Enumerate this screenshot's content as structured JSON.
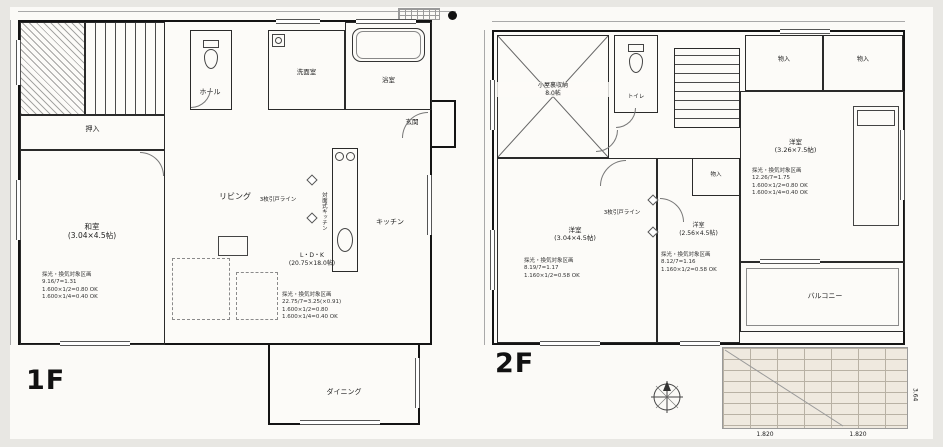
{
  "colors": {
    "frame": "#e8e7e3",
    "paper": "#fbfaf7",
    "ink": "#1a1a1a"
  },
  "f1": {
    "floor_label": "1F",
    "washitsu": "和室\n(3.04×4.5帖)",
    "oshiire": "押入",
    "hall": "ホール",
    "senmen": "洗面室",
    "bath": "浴室",
    "genkan": "玄関",
    "living": "リビング",
    "ldk": "L・D・K\n(20.75×18.0帖)",
    "kitchen": "キッチン",
    "kitchen_style": "対面式キッチン",
    "dining": "ダイニング",
    "slide_note": "3枚引戸ライン",
    "calc_a": [
      "採光・換気対象区画",
      "9.16/7=1.31",
      "1.600×1/2=0.80 OK",
      "1.600×1/4=0.40 OK"
    ],
    "calc_b": [
      "採光・換気対象区画",
      "22.75/7=3.25(×0.91)",
      "1.600×1/2=0.80",
      "1.600×1/4=0.40 OK"
    ]
  },
  "f2": {
    "floor_label": "2F",
    "attic": "小屋裏収納\n8.0帖",
    "toilet": "トイレ",
    "monoire": "物入",
    "bedroom1": "洋室\n(3.26×7.5帖)",
    "bedroom2": "洋室\n(3.04×4.5帖)",
    "bedroom3": "洋室\n(2.56×4.5帖)",
    "balcony": "バルコニー",
    "slide_note": "3枚引戸ライン",
    "calc1": [
      "採光・換気対象区画",
      "8.19/7=1.17",
      "1.160×1/2=0.58 OK"
    ],
    "calc2": [
      "採光・換気対象区画",
      "8.12/7=1.16",
      "1.160×1/2=0.58 OK"
    ],
    "calc3": [
      "採光・換気対象区画",
      "12.26/7=1.75",
      "1.600×1/2=0.80 OK",
      "1.600×1/4=0.40 OK"
    ]
  },
  "terrace": {
    "dims": [
      "1.820",
      "1.820",
      "3.64"
    ]
  }
}
